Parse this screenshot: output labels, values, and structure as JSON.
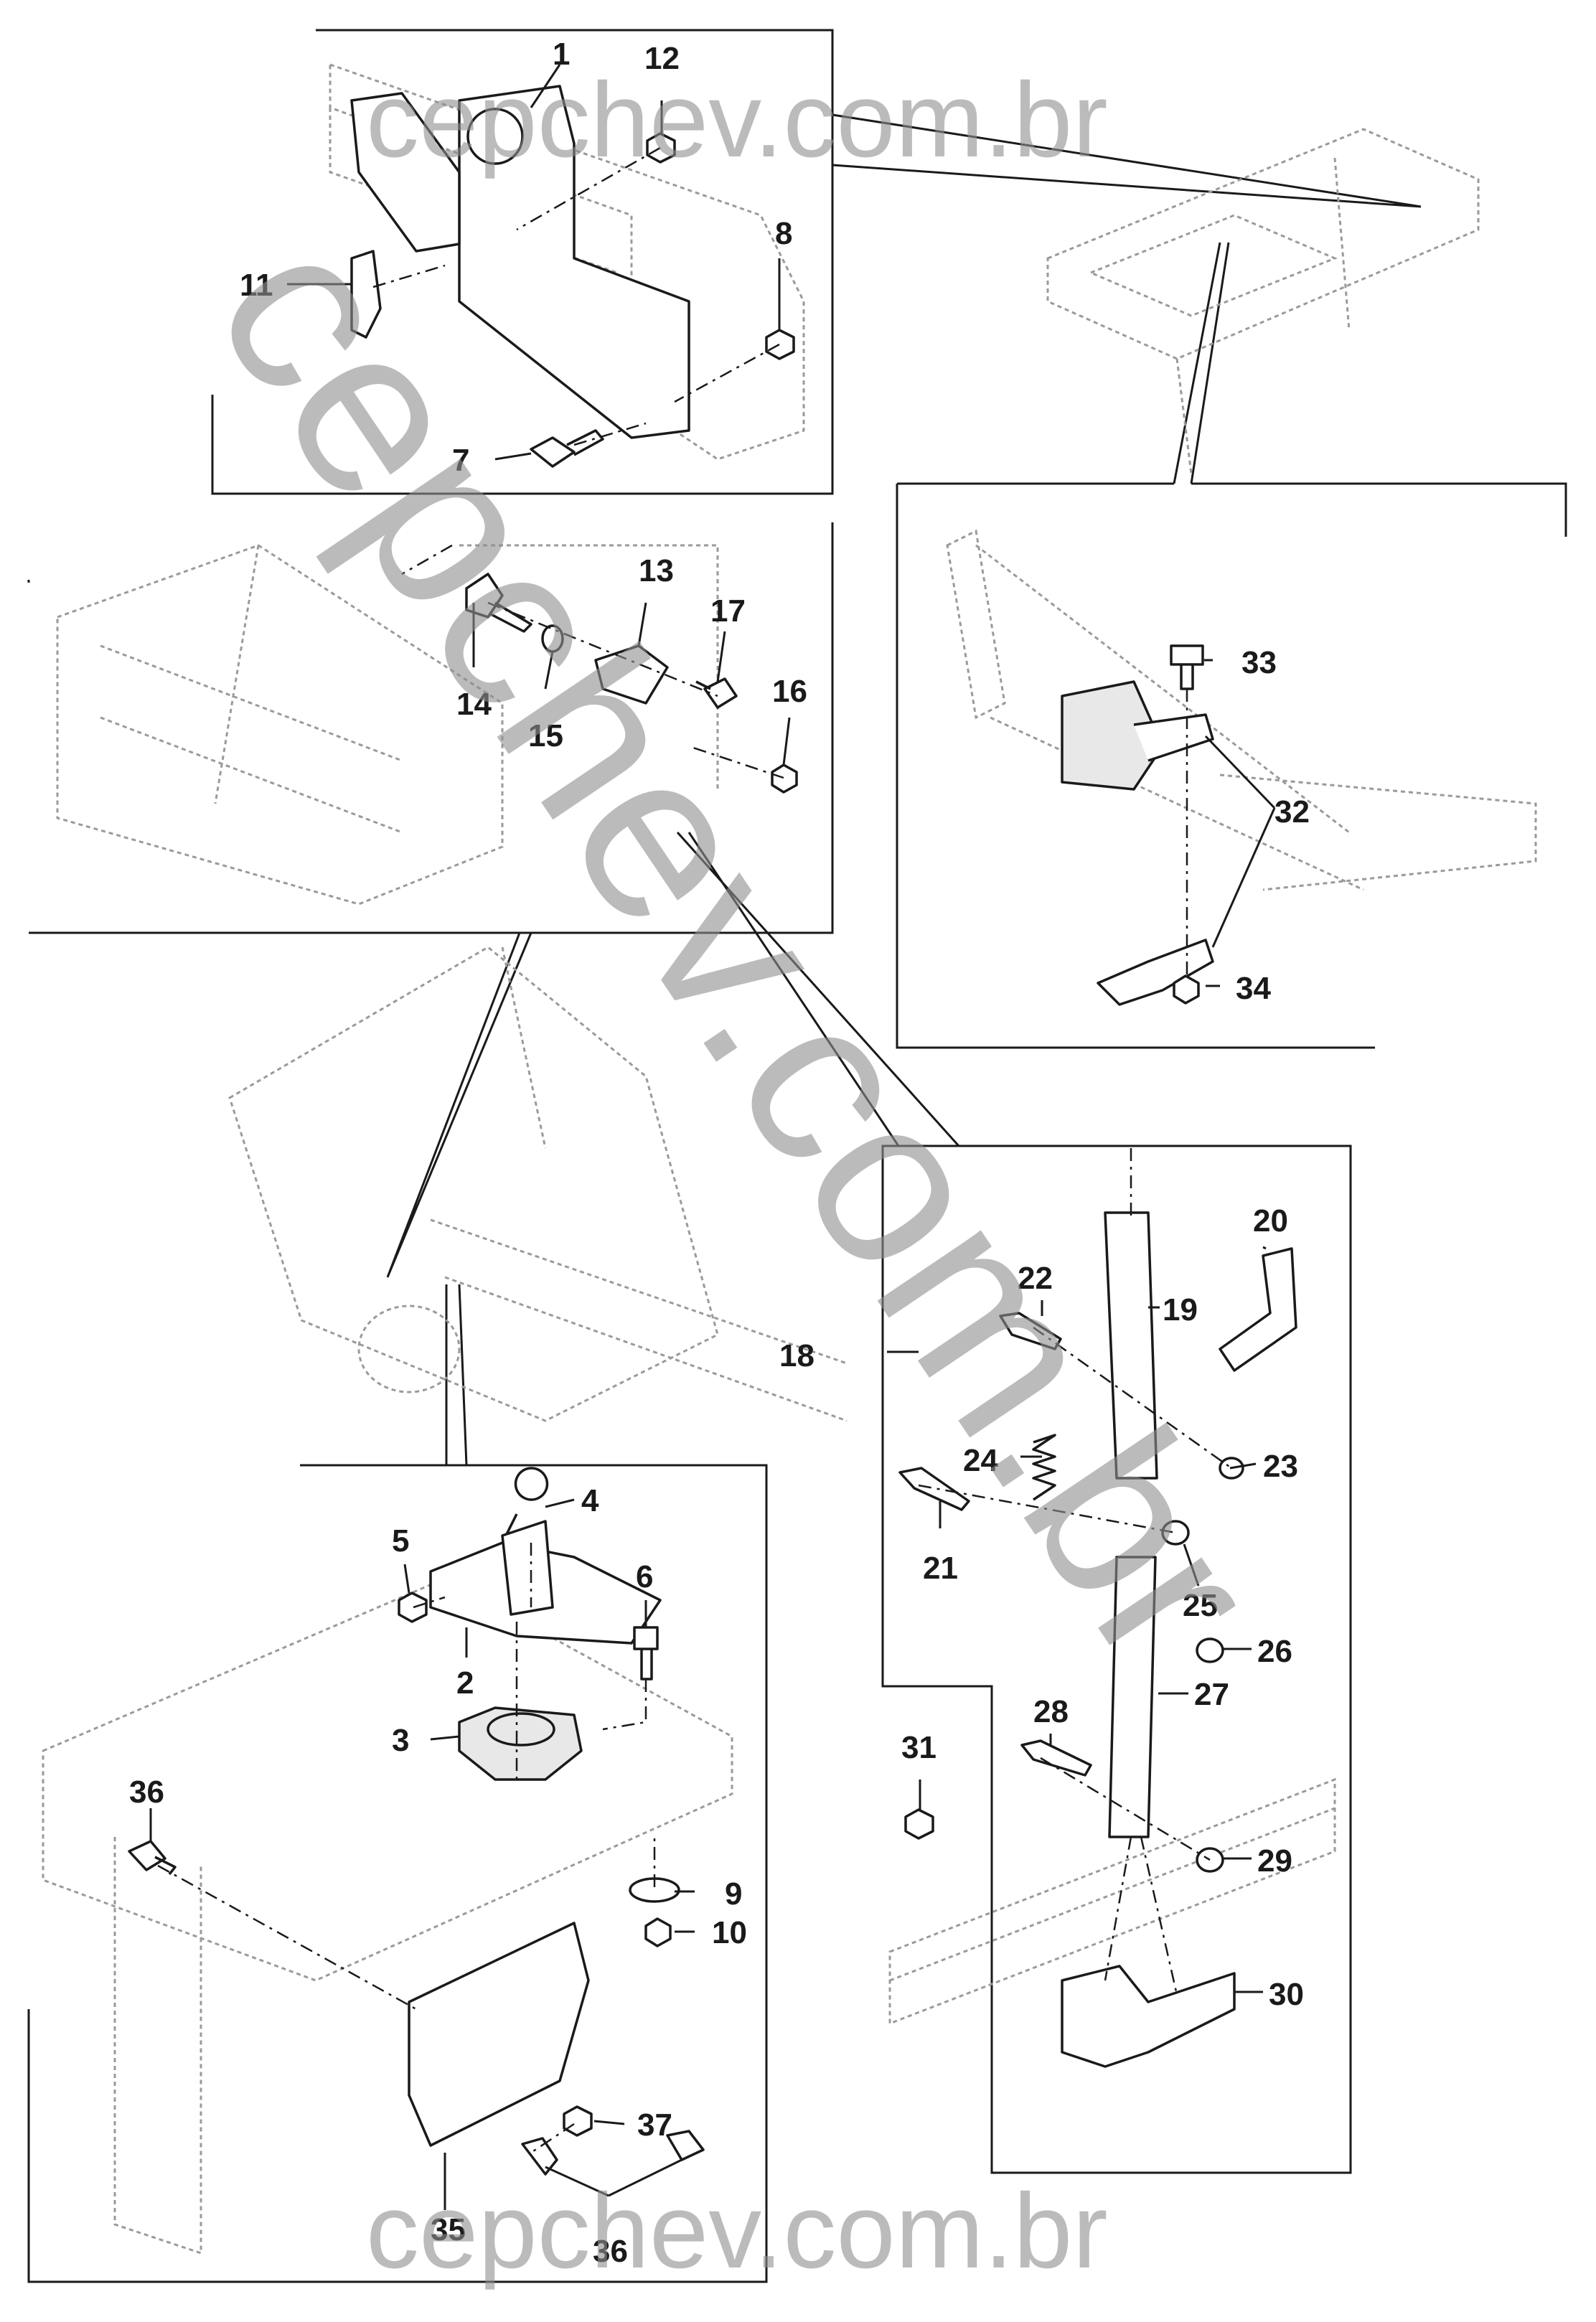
{
  "watermark": {
    "top": "cepchev.com.br",
    "diagonal": "cepchev.com.br",
    "bottom": "cepchev.com.br"
  },
  "callouts": {
    "n1": "1",
    "n2": "2",
    "n3": "3",
    "n4": "4",
    "n5": "5",
    "n6": "6",
    "n7": "7",
    "n8": "8",
    "n9": "9",
    "n10": "10",
    "n11": "11",
    "n12": "12",
    "n13": "13",
    "n14": "14",
    "n15": "15",
    "n16": "16",
    "n17": "17",
    "n18": "18",
    "n19": "19",
    "n20": "20",
    "n21": "21",
    "n22": "22",
    "n23": "23",
    "n24": "24",
    "n25": "25",
    "n26": "26",
    "n27": "27",
    "n28": "28",
    "n29": "29",
    "n30": "30",
    "n31": "31",
    "n32": "32",
    "n33": "33",
    "n34": "34",
    "n35": "35",
    "n36a": "36",
    "n36b": "36",
    "n37": "37"
  }
}
